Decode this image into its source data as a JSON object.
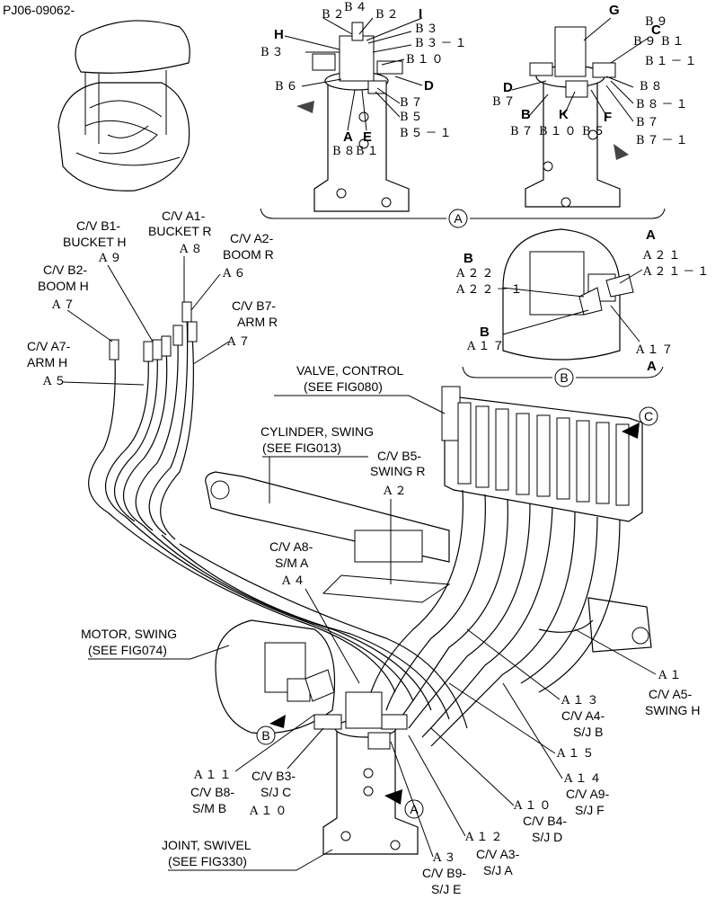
{
  "doc_id": "PJ06-09062-",
  "refs": {
    "view_a_marker": "A",
    "view_b_marker": "B",
    "view_c_marker": "C"
  },
  "views": {
    "left_ports": [
      "H",
      "I",
      "D",
      "A",
      "E"
    ],
    "right_ports": [
      "G",
      "C",
      "D",
      "B",
      "K",
      "F"
    ],
    "codes_left": [
      "B２",
      "B４",
      "B２",
      "B３",
      "B３－１",
      "B３",
      "B１０",
      "B６",
      "B７",
      "B５",
      "B５－１",
      "B８",
      "B１"
    ],
    "codes_right": [
      "B９",
      "B９",
      "B１",
      "B１－１",
      "B７",
      "B８",
      "B８－１",
      "B７",
      "B７－１",
      "B７",
      "B１０",
      "B５"
    ]
  },
  "view_b": {
    "port_b_top": "B",
    "code_a22": "A２２",
    "code_a22_1": "A２２－１",
    "port_a_top": "A",
    "code_a21": "A２１",
    "code_a21_1": "A２１－１",
    "port_b_bot": "B",
    "code_a17_b": "A１７",
    "code_a17_a": "A１７",
    "port_a_bot": "A"
  },
  "hoses_top": [
    {
      "l1": "C/V A1-",
      "l2": "BUCKET R",
      "code": "A８"
    },
    {
      "l1": "C/V B1-",
      "l2": "BUCKET H",
      "code": "A９"
    },
    {
      "l1": "C/V A2-",
      "l2": "BOOM R",
      "code": "A６"
    },
    {
      "l1": "C/V B2-",
      "l2": "BOOM H",
      "code": "A７"
    },
    {
      "l1": "C/V B7-",
      "l2": "ARM R",
      "code": "A７"
    },
    {
      "l1": "C/V A7-",
      "l2": "ARM H",
      "code": "A５"
    }
  ],
  "components": {
    "valve": {
      "l1": "VALVE, CONTROL",
      "l2": "(SEE FIG080)"
    },
    "cylinder": {
      "l1": "CYLINDER, SWING",
      "l2": "(SEE FIG013)"
    },
    "motor": {
      "l1": "MOTOR, SWING",
      "l2": "(SEE FIG074)"
    },
    "joint": {
      "l1": "JOINT, SWIVEL",
      "l2": "(SEE FIG330)"
    }
  },
  "hoses_main": {
    "b5": {
      "l1": "C/V B5-",
      "l2": "SWING R",
      "code": "A２"
    },
    "a8": {
      "l1": "C/V A8-",
      "l2": "S/M A",
      "code": "A４"
    },
    "a5": {
      "l1": "C/V A5-",
      "l2": "SWING H",
      "code": "A１"
    },
    "a4": {
      "l1": "C/V A4-",
      "l2": "S/J B",
      "code": "A１３"
    },
    "a15": {
      "code": "A１５"
    },
    "a9": {
      "l1": "C/V A9-",
      "l2": "S/J F",
      "code": "A１４"
    },
    "b4": {
      "l1": "C/V B4-",
      "l2": "S/J D",
      "code": "A１０"
    },
    "a3": {
      "l1": "C/V A3-",
      "l2": "S/J A",
      "code": "A１２"
    },
    "b9": {
      "l1": "C/V B9-",
      "l2": "S/J E",
      "code": "A３"
    },
    "b8": {
      "l1": "C/V B8-",
      "l2": "S/M B",
      "code": "A１１"
    },
    "b3": {
      "l1": "C/V B3-",
      "l2": "S/J C",
      "code": "A１０"
    }
  }
}
